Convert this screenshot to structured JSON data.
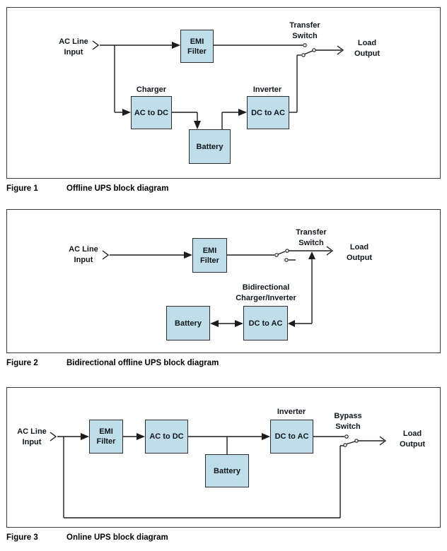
{
  "colors": {
    "box_fill": "#bfdee9",
    "box_border": "#2c2c2c",
    "wire": "#1c1c1c",
    "frame_border": "#3a3a3a",
    "text": "#10161c"
  },
  "figures": [
    {
      "caption": {
        "label": "Figure 1",
        "title": "Offline UPS block diagram"
      },
      "annotations": {
        "ac_input": [
          "AC Line",
          "Input"
        ],
        "transfer_switch": [
          "Transfer",
          "Switch"
        ],
        "load_output": [
          "Load",
          "Output"
        ],
        "charger": "Charger",
        "inverter": "Inverter"
      },
      "boxes": {
        "emi_filter": [
          "EMI",
          "Filter"
        ],
        "ac_to_dc": "AC to DC",
        "battery": "Battery",
        "dc_to_ac": "DC to AC"
      }
    },
    {
      "caption": {
        "label": "Figure 2",
        "title": "Bidirectional offline UPS block diagram"
      },
      "annotations": {
        "ac_input": [
          "AC Line",
          "Input"
        ],
        "transfer_switch": [
          "Transfer",
          "Switch"
        ],
        "load_output": [
          "Load",
          "Output"
        ],
        "bidirectional": [
          "Bidirectional",
          "Charger/Inverter"
        ]
      },
      "boxes": {
        "emi_filter": [
          "EMI",
          "Filter"
        ],
        "battery": "Battery",
        "dc_to_ac": "DC to AC"
      }
    },
    {
      "caption": {
        "label": "Figure 3",
        "title": "Online UPS block diagram"
      },
      "annotations": {
        "ac_input": [
          "AC Line",
          "Input"
        ],
        "inverter": "Inverter",
        "bypass_switch": [
          "Bypass",
          "Switch"
        ],
        "load_output": [
          "Load",
          "Output"
        ]
      },
      "boxes": {
        "emi_filter": [
          "EMI",
          "Filter"
        ],
        "ac_to_dc": "AC to DC",
        "battery": "Battery",
        "dc_to_ac": "DC to AC"
      }
    }
  ]
}
